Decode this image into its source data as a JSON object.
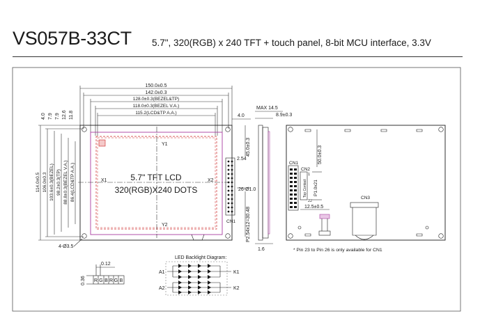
{
  "header": {
    "model": "VS057B-33CT",
    "description": "5.7\", 320(RGB) x 240 TFT + touch panel, 8-bit MCU interface, 3.3V"
  },
  "front_view": {
    "dims_top": [
      "150.0±0.5",
      "142.0±0.3",
      "128.0±0.3(BEZEL&TP)",
      "118.0±0.3(BEZEL V.A.)",
      "115.2(LCD&TP A.A.)"
    ],
    "dims_left_small": [
      "4.0",
      "7.9",
      "7.9",
      "12.6",
      "11.8"
    ],
    "dims_left": [
      "114.0±0.5",
      "106.0±0.3",
      "103.6±0.3(BEZEL)",
      "98.2±0.3(TP)",
      "88.8±0.3(BEZEL V.A.)",
      "86.4(LCD&TP A.A.)"
    ],
    "lcd_label_1": "5.7\" TFT LCD",
    "lcd_label_2": "320(RGB)X240 DOTS",
    "x1": "X1",
    "x2": "X2",
    "y1": "Y1",
    "y2": "Y2",
    "hole_note": "4-Ø3.5",
    "dim_right_top": "4.0",
    "dim_pitch_small": "2.54",
    "dim_45": "45.0±0.3",
    "dim_pitch_total": "P2.54x12=30.48",
    "dim_pin": "26-Ø1.0",
    "cn1": "CN1"
  },
  "side_view": {
    "max": "MAX 14.5",
    "thickness": "8.9±0.3",
    "dim_bottom": "1.6"
  },
  "back_view": {
    "cn1": "CN1",
    "cn2": "CN2",
    "cn3": "CN3",
    "top_contact": "Top Contact",
    "dim_p1": "P1.0x21",
    "pin_1": "1",
    "pin_22": "22",
    "dim_50": "50.0±0.3",
    "dim_12": "12.5±0.5",
    "note": "* Pin 23 to Pin 26 is only available for CN1"
  },
  "pixel_detail": {
    "dim_width": "0.12",
    "dim_height": "0.36",
    "cells": [
      "R",
      "G",
      "B",
      "R",
      "G",
      "B"
    ]
  },
  "backlight": {
    "title": "LED Backlight Diagram:",
    "a1": "A1",
    "a2": "A2",
    "k1": "K1",
    "k2": "K2"
  },
  "colors": {
    "drawing": "#1a1a1a",
    "bezel": "#cc2222",
    "tp": "#a83ca0"
  }
}
